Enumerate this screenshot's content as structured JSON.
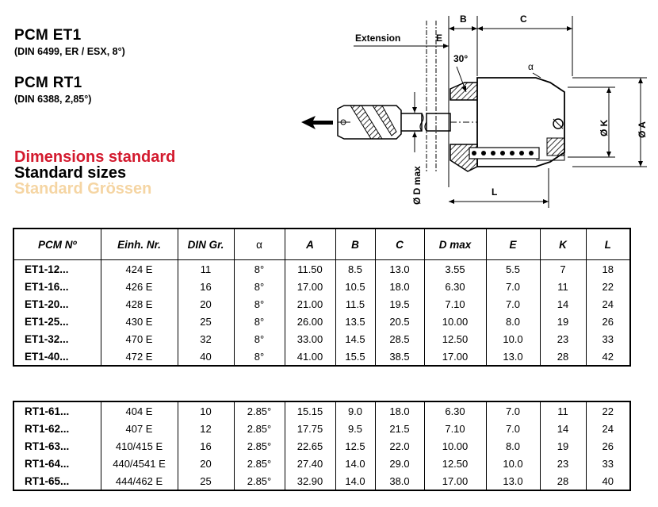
{
  "header": {
    "et_title": "PCM  ET1",
    "et_sub": "(DIN 6499, ER / ESX, 8°)",
    "rt_title": "PCM  RT1",
    "rt_sub": "(DIN 6388, 2,85°)"
  },
  "languages": {
    "fr": "Dimensions standard",
    "en": "Standard sizes",
    "de": "Standard Grössen"
  },
  "colors": {
    "fr": "#d31a2e",
    "en": "#000000",
    "de": "#f5d5a3"
  },
  "drawing": {
    "labels": {
      "extension": "Extension",
      "e": "E",
      "b": "B",
      "c": "C",
      "deg30": "30°",
      "alpha": "α",
      "k": "Ø K",
      "a": "Ø A",
      "dmax": "Ø D max",
      "l": "L"
    },
    "icons": [
      "arrow-left-icon"
    ]
  },
  "table": {
    "headers": [
      "PCM Nº",
      "Einh. Nr.",
      "DIN Gr.",
      "α",
      "A",
      "B",
      "C",
      "D max",
      "E",
      "K",
      "L"
    ],
    "et_rows": [
      [
        "ET1-12...",
        "424 E",
        "11",
        "8°",
        "11.50",
        "8.5",
        "13.0",
        "3.55",
        "5.5",
        "7",
        "18"
      ],
      [
        "ET1-16...",
        "426 E",
        "16",
        "8°",
        "17.00",
        "10.5",
        "18.0",
        "6.30",
        "7.0",
        "11",
        "22"
      ],
      [
        "ET1-20...",
        "428 E",
        "20",
        "8°",
        "21.00",
        "11.5",
        "19.5",
        "7.10",
        "7.0",
        "14",
        "24"
      ],
      [
        "ET1-25...",
        "430 E",
        "25",
        "8°",
        "26.00",
        "13.5",
        "20.5",
        "10.00",
        "8.0",
        "19",
        "26"
      ],
      [
        "ET1-32...",
        "470 E",
        "32",
        "8°",
        "33.00",
        "14.5",
        "28.5",
        "12.50",
        "10.0",
        "23",
        "33"
      ],
      [
        "ET1-40...",
        "472 E",
        "40",
        "8°",
        "41.00",
        "15.5",
        "38.5",
        "17.00",
        "13.0",
        "28",
        "42"
      ]
    ],
    "rt_rows": [
      [
        "RT1-61...",
        "404 E",
        "10",
        "2.85°",
        "15.15",
        "9.0",
        "18.0",
        "6.30",
        "7.0",
        "11",
        "22"
      ],
      [
        "RT1-62...",
        "407 E",
        "12",
        "2.85°",
        "17.75",
        "9.5",
        "21.5",
        "7.10",
        "7.0",
        "14",
        "24"
      ],
      [
        "RT1-63...",
        "410/415 E",
        "16",
        "2.85°",
        "22.65",
        "12.5",
        "22.0",
        "10.00",
        "8.0",
        "19",
        "26"
      ],
      [
        "RT1-64...",
        "440/4541 E",
        "20",
        "2.85°",
        "27.40",
        "14.0",
        "29.0",
        "12.50",
        "10.0",
        "23",
        "33"
      ],
      [
        "RT1-65...",
        "444/462 E",
        "25",
        "2.85°",
        "32.90",
        "14.0",
        "38.0",
        "17.00",
        "13.0",
        "28",
        "40"
      ]
    ]
  }
}
